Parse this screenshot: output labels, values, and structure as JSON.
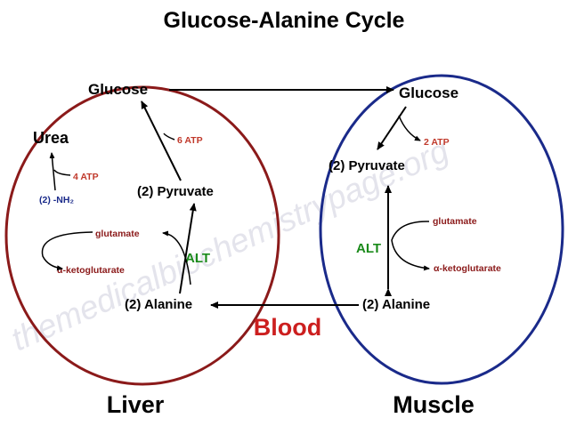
{
  "title": "Glucose-Alanine Cycle",
  "watermark": "themedicalbiochemistrypage.org",
  "colors": {
    "liver_outline": "#8b1a1a",
    "muscle_outline": "#1a2a8a",
    "atp_text": "#c0392b",
    "blood_text": "#cc1f1f",
    "alt_text": "#1a8a1a",
    "nh2_text": "#1a2a8a",
    "metabolite_text": "#8b1a1a",
    "watermark": "#e6e6ee"
  },
  "liver": {
    "label": "Liver",
    "glucose": "Glucose",
    "pyruvate": "(2) Pyruvate",
    "alanine": "(2) Alanine",
    "urea": "Urea",
    "nh2": "(2) -NH₂",
    "atp_urea": "4 ATP",
    "atp_gluconeogenesis": "6 ATP",
    "glutamate": "glutamate",
    "ketoglutarate": "α-ketoglutarate",
    "alt": "ALT"
  },
  "muscle": {
    "label": "Muscle",
    "glucose": "Glucose",
    "pyruvate": "(2) Pyruvate",
    "alanine": "(2) Alanine",
    "atp_glycolysis": "2 ATP",
    "glutamate": "glutamate",
    "ketoglutarate": "α-ketoglutarate",
    "alt": "ALT"
  },
  "blood": "Blood"
}
